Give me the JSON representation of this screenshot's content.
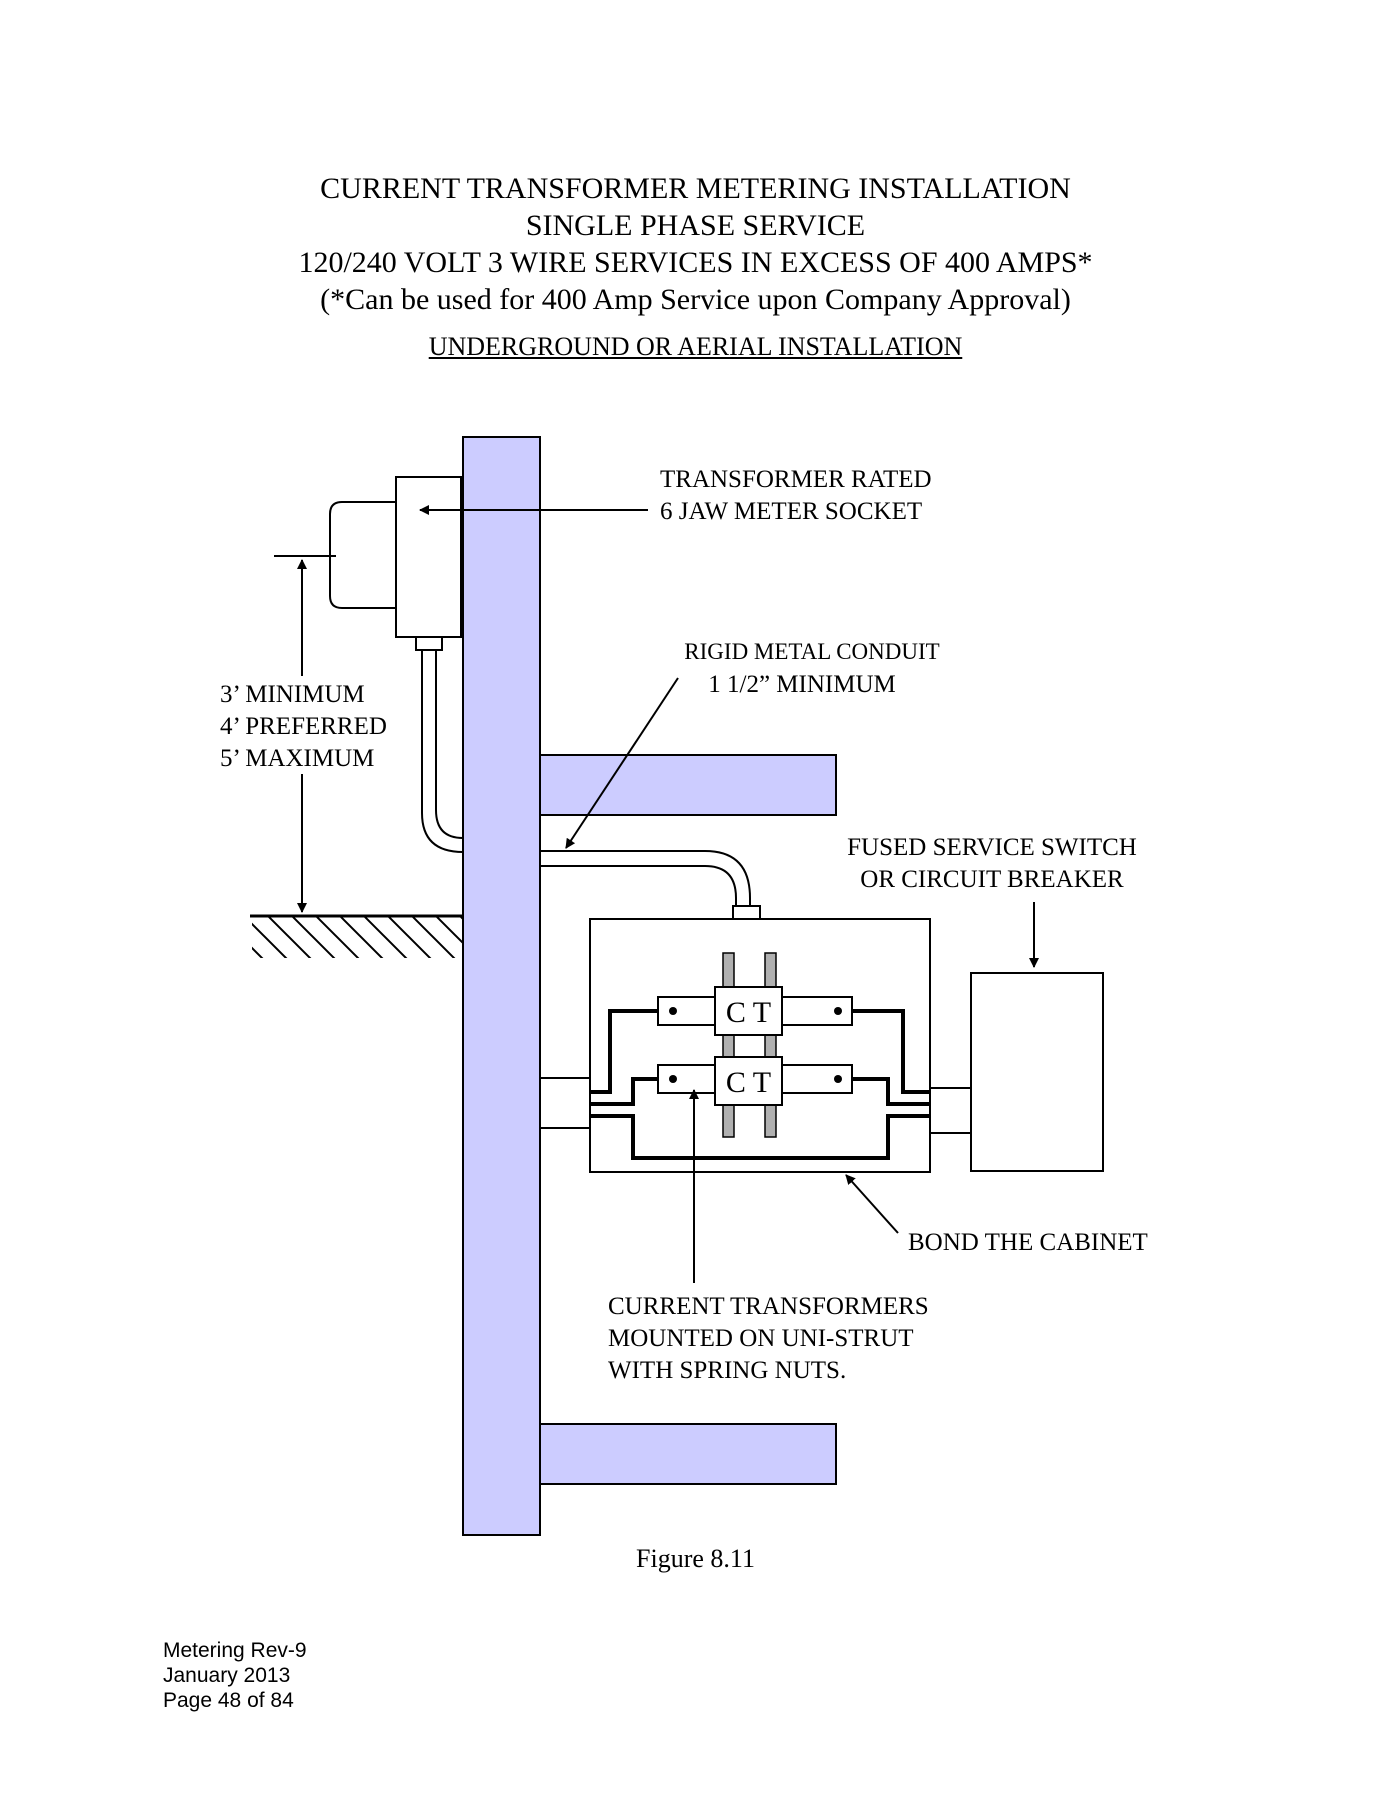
{
  "title": {
    "lines": [
      "CURRENT TRANSFORMER METERING INSTALLATION",
      "SINGLE PHASE SERVICE",
      "120/240 VOLT 3 WIRE SERVICES IN EXCESS OF 400 AMPS*",
      "(*Can be used for 400 Amp Service upon Company Approval)"
    ],
    "subtitle": "UNDERGROUND OR AERIAL INSTALLATION"
  },
  "labels": {
    "meter_socket": [
      "TRANSFORMER RATED",
      "6 JAW METER SOCKET"
    ],
    "conduit": [
      "RIGID METAL CONDUIT",
      "1  1/2” MINIMUM"
    ],
    "height": [
      "3’ MINIMUM",
      "4’ PREFERRED",
      "5’ MAXIMUM"
    ],
    "switch": [
      "FUSED SERVICE SWITCH",
      "OR CIRCUIT BREAKER"
    ],
    "bond": "BOND THE CABINET",
    "ct_mount": [
      "CURRENT TRANSFORMERS",
      "MOUNTED ON UNI-STRUT",
      "WITH SPRING NUTS."
    ],
    "ct_upper": "C T",
    "ct_lower": "C T"
  },
  "caption": "Figure 8.11",
  "footer": {
    "line1": "Metering Rev-9",
    "line2": "January 2013",
    "line3": "Page  48 of 84"
  },
  "colors": {
    "wall": "#ccccff",
    "line": "#000000",
    "strut": "#b0b0b0"
  }
}
